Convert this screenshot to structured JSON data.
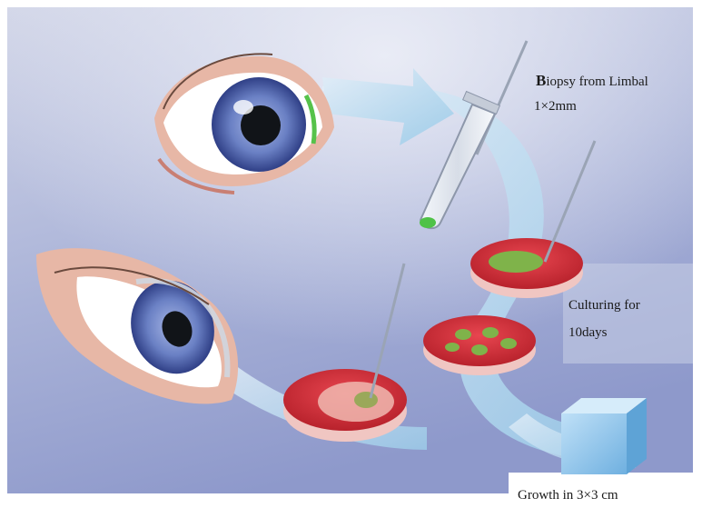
{
  "diagram": {
    "steps": {
      "biopsy": {
        "line1": "Biopsy from Limbal",
        "line2": "1×2mm"
      },
      "culture": {
        "line1": "Culturing for",
        "line2": "10days"
      },
      "growth": {
        "line1": "Growth in 3×3 cm"
      }
    }
  },
  "colors": {
    "background_top": "#c7cde4",
    "background_bottom": "#8f9ccd",
    "arrow": "#b7d7ee",
    "dish_red": "#d8303c",
    "tissue_green": "#7fb34a",
    "iris_blue": "#5a6fb3",
    "cube": "#8fc5ec"
  }
}
